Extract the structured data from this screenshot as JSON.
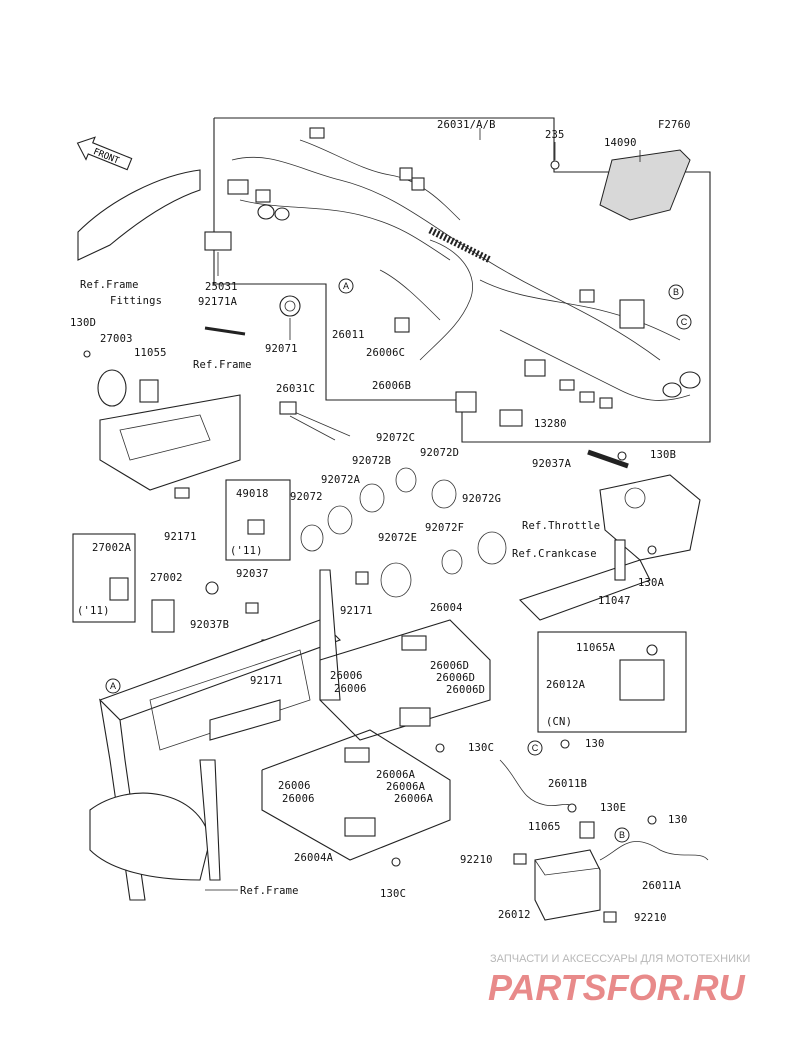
{
  "diagram": {
    "figure_code": "F2760",
    "front_label": "FRONT",
    "labels": {
      "harness": "26031/A/B",
      "screw_235": "235",
      "cover": "14090",
      "ref_frame_fittings_1": "Ref.Frame",
      "ref_frame_fittings_2": "Fittings",
      "p25031": "25031",
      "p92171A": "92171A",
      "p130D": "130D",
      "p27003": "27003",
      "p11055": "11055",
      "ref_frame_1": "Ref.Frame",
      "p92071": "92071",
      "p26011": "26011",
      "p26006C": "26006C",
      "p26006B": "26006B",
      "p13280": "13280",
      "p26031C": "26031C",
      "p92072C": "92072C",
      "p92072B": "92072B",
      "p92072D": "92072D",
      "p92072A": "92072A",
      "p92072": "92072",
      "p92072G": "92072G",
      "p92072F": "92072F",
      "p92072E": "92072E",
      "p92037A": "92037A",
      "p130B": "130B",
      "ref_throttle": "Ref.Throttle",
      "ref_crankcase": "Ref.Crankcase",
      "p130A": "130A",
      "p11047": "11047",
      "p49018": "49018",
      "p49018_note": "('11)",
      "p92171_a": "92171",
      "p27002A": "27002A",
      "p27002A_note": "('11)",
      "p27002": "27002",
      "p92037": "92037",
      "p92037B": "92037B",
      "p92171_b": "92171",
      "p92171_c": "92171",
      "p26004": "26004",
      "p26006_1": "26006",
      "p26006D_1": "26006D",
      "p26006_2": "26006",
      "p26006D_2": "26006D",
      "p26006D_3": "26006D",
      "p130C_1": "130C",
      "p11065A": "11065A",
      "p26012A": "26012A",
      "cn_note": "(CN)",
      "p130_1": "130",
      "p26011B": "26011B",
      "p26006_3": "26006",
      "p26006A_1": "26006A",
      "p26006A_2": "26006A",
      "p26006_4": "26006",
      "p26006A_3": "26006A",
      "p130E": "130E",
      "p11065": "11065",
      "p130_2": "130",
      "p26004A": "26004A",
      "p92210_1": "92210",
      "p26011A": "26011A",
      "p130C_2": "130C",
      "p26012": "26012",
      "p92210_2": "92210",
      "ref_frame_2": "Ref.Frame"
    },
    "connectors": [
      "A",
      "B",
      "C",
      "A",
      "C",
      "B"
    ]
  },
  "watermark": {
    "caption": "ЗАПЧАСТИ И АКСЕССУАРЫ ДЛЯ МОТОТЕХНИКИ",
    "brand": "PARTSFOR.RU"
  }
}
